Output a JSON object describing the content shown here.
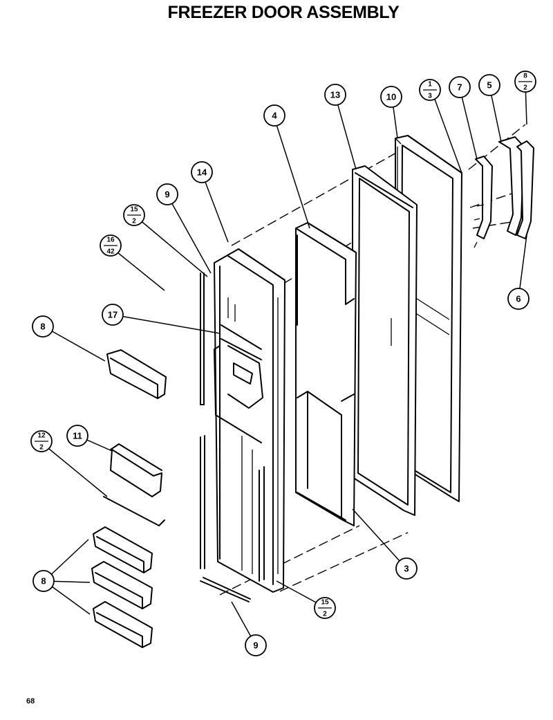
{
  "title": "FREEZER DOOR ASSEMBLY",
  "page_number": "68",
  "callouts": [
    {
      "id": "c4",
      "label": "4"
    },
    {
      "id": "c13",
      "label": "13"
    },
    {
      "id": "c10",
      "label": "10"
    },
    {
      "id": "c1-3",
      "top": "1",
      "bottom": "3"
    },
    {
      "id": "c7",
      "label": "7"
    },
    {
      "id": "c5",
      "label": "5"
    },
    {
      "id": "c8-2",
      "top": "8",
      "bottom": "2"
    },
    {
      "id": "c14",
      "label": "14"
    },
    {
      "id": "c9a",
      "label": "9"
    },
    {
      "id": "c15-2a",
      "top": "15",
      "bottom": "2"
    },
    {
      "id": "c16-42",
      "top": "16",
      "bottom": "42"
    },
    {
      "id": "c6",
      "label": "6"
    },
    {
      "id": "c17",
      "label": "17"
    },
    {
      "id": "c8a",
      "label": "8"
    },
    {
      "id": "c11",
      "label": "11"
    },
    {
      "id": "c12-2",
      "top": "12",
      "bottom": "2"
    },
    {
      "id": "c3",
      "label": "3"
    },
    {
      "id": "c8b",
      "label": "8"
    },
    {
      "id": "c15-2b",
      "top": "15",
      "bottom": "2"
    },
    {
      "id": "c9b",
      "label": "9"
    }
  ]
}
